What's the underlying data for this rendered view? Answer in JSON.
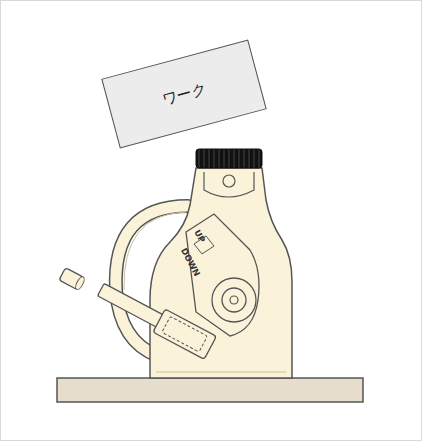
{
  "diagram": {
    "nodes": [
      {
        "text": [
          "ワーク"
        ]
      }
    ],
    "labels": [
      "UP",
      "DOWN"
    ]
  }
}
